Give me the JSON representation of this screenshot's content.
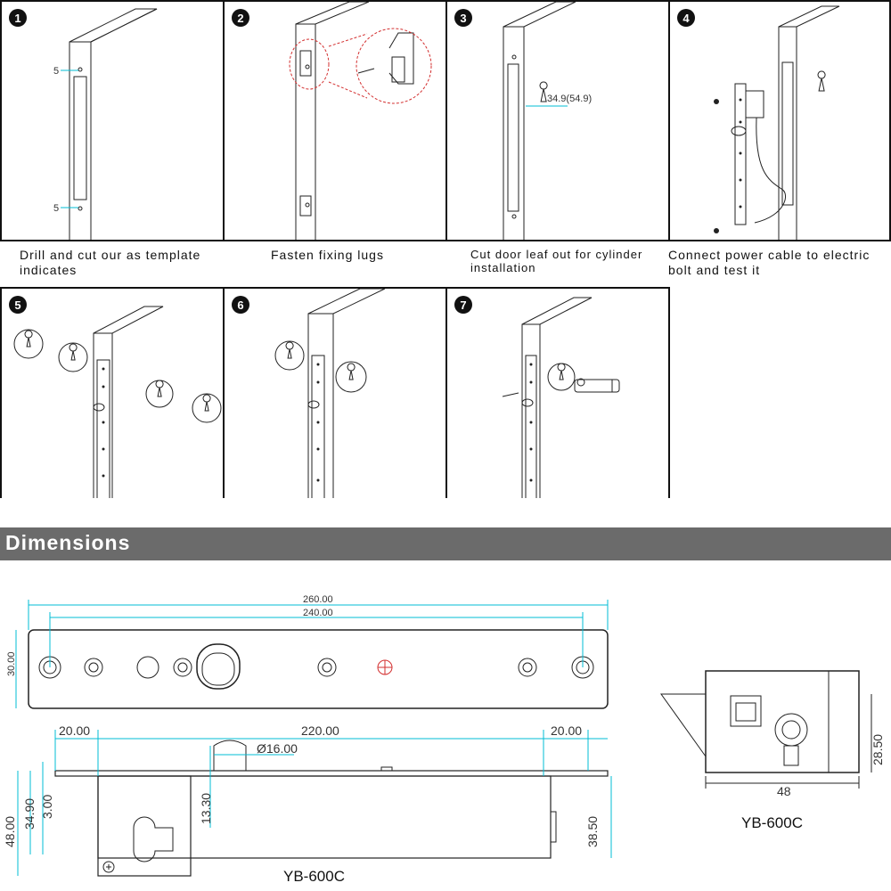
{
  "steps": [
    {
      "number": "1",
      "caption": "Drill and cut our as template indicates"
    },
    {
      "number": "2",
      "caption": "Fasten fixing lugs"
    },
    {
      "number": "3",
      "caption": "Cut  door leaf out for cylinder installation"
    },
    {
      "number": "4",
      "caption": "Connect power cable to electric bolt and test it"
    },
    {
      "number": "5",
      "caption": ""
    },
    {
      "number": "6",
      "caption": ""
    },
    {
      "number": "7",
      "caption": ""
    }
  ],
  "step_annotations": {
    "drill_top": "5",
    "drill_bottom": "5",
    "cylinder_cut": "34.9(54.9)"
  },
  "section": {
    "title": "Dimensions"
  },
  "dimensions": {
    "overall_length": "260.00",
    "hole_spacing": "240.00",
    "plate_height": "30.00",
    "end_left": "20.00",
    "center_span": "220.00",
    "end_right": "20.00",
    "bolt_diameter": "Ø16.00",
    "bolt_projection": "13.30",
    "body_height": "48.00",
    "backset": "34.90",
    "plate_thickness": "3.00",
    "body_depth": "38.50",
    "side_height": "28.50",
    "side_width": "48"
  },
  "model_labels": {
    "front": "YB-600C",
    "side": "YB-600C"
  },
  "colors": {
    "header_bar": "#6b6b6b",
    "dimension_line": "#00bcd4",
    "hole_marker": "#d32f2f"
  }
}
